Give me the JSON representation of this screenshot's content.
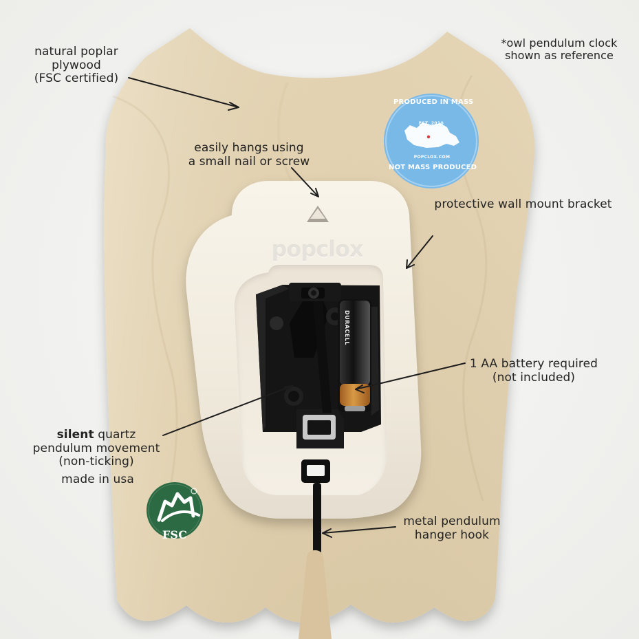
{
  "annotations": {
    "natural_poplar": {
      "line1": "natural poplar",
      "line2": "plywood",
      "line3": "(FSC certified)"
    },
    "reference": {
      "line1": "*owl pendulum clock",
      "line2": "shown as reference"
    },
    "hang": {
      "line1": "easily hangs using",
      "line2": "a small nail or screw"
    },
    "bracket": {
      "line1": "protective wall mount bracket"
    },
    "battery": {
      "line1": "1 AA battery required",
      "line2": "(not included)"
    },
    "movement": {
      "lead": "silent",
      "rest1": " quartz",
      "line2": "pendulum movement",
      "line3": "(non-ticking)"
    },
    "made": {
      "line1": "made in usa"
    },
    "hook": {
      "line1": "metal pendulum",
      "line2": "hanger hook"
    }
  },
  "stamp": {
    "top": "PRODUCED IN MASS",
    "est": "EST. 2010",
    "site": "POPCLOX.COM",
    "bottom": "NOT MASS PRODUCED"
  },
  "bracket": {
    "brand": "popclox"
  },
  "fsc": {
    "label": "FSC"
  },
  "battery": {
    "brand": "DURACELL"
  },
  "colors": {
    "wood": "#e6d7b7",
    "bracket": "#f3eee2",
    "stamp": "#78b8e7",
    "fsc": "#2d6b43",
    "battery": "#c98b2f"
  }
}
